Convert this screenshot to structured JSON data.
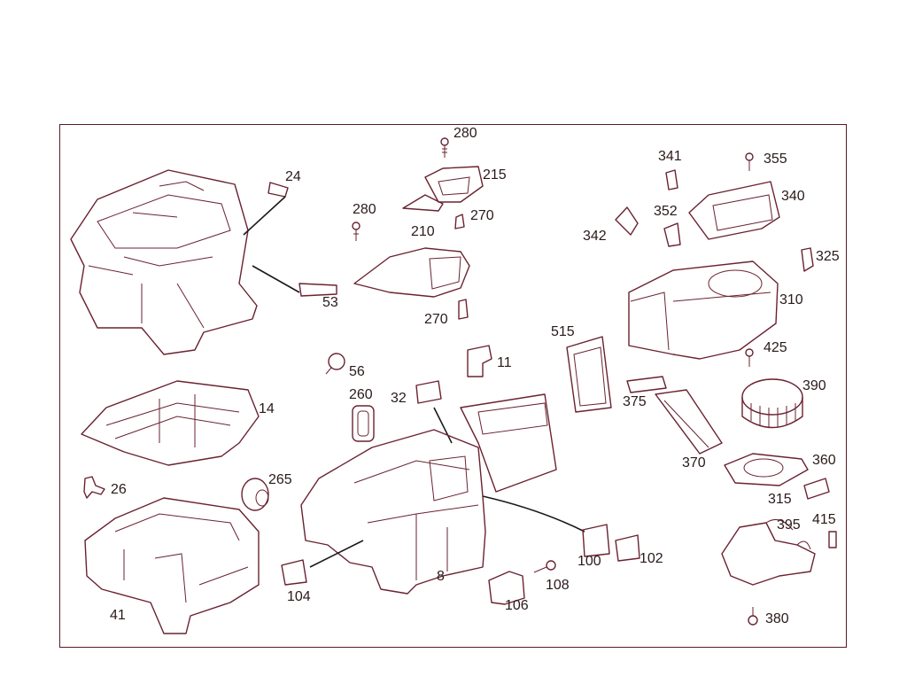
{
  "callouts": [
    {
      "id": "c24",
      "text": "24"
    },
    {
      "id": "c53",
      "text": "53"
    },
    {
      "id": "c280a",
      "text": "280"
    },
    {
      "id": "c215",
      "text": "215"
    },
    {
      "id": "c280b",
      "text": "280"
    },
    {
      "id": "c270a",
      "text": "270"
    },
    {
      "id": "c210",
      "text": "210"
    },
    {
      "id": "c270b",
      "text": "270"
    },
    {
      "id": "c341",
      "text": "341"
    },
    {
      "id": "c355",
      "text": "355"
    },
    {
      "id": "c340",
      "text": "340"
    },
    {
      "id": "c352",
      "text": "352"
    },
    {
      "id": "c342",
      "text": "342"
    },
    {
      "id": "c325",
      "text": "325"
    },
    {
      "id": "c310",
      "text": "310"
    },
    {
      "id": "c515",
      "text": "515"
    },
    {
      "id": "c425",
      "text": "425"
    },
    {
      "id": "c56",
      "text": "56"
    },
    {
      "id": "c11",
      "text": "11"
    },
    {
      "id": "c390",
      "text": "390"
    },
    {
      "id": "c260",
      "text": "260"
    },
    {
      "id": "c32",
      "text": "32"
    },
    {
      "id": "c375",
      "text": "375"
    },
    {
      "id": "c14",
      "text": "14"
    },
    {
      "id": "c370",
      "text": "370"
    },
    {
      "id": "c360",
      "text": "360"
    },
    {
      "id": "c26",
      "text": "26"
    },
    {
      "id": "c265",
      "text": "265"
    },
    {
      "id": "c315",
      "text": "315"
    },
    {
      "id": "c415",
      "text": "415"
    },
    {
      "id": "c395",
      "text": "395"
    },
    {
      "id": "c100",
      "text": "100"
    },
    {
      "id": "c102",
      "text": "102"
    },
    {
      "id": "c8",
      "text": "8"
    },
    {
      "id": "c108",
      "text": "108"
    },
    {
      "id": "c41",
      "text": "41"
    },
    {
      "id": "c104",
      "text": "104"
    },
    {
      "id": "c106",
      "text": "106"
    },
    {
      "id": "c380",
      "text": "380"
    }
  ],
  "colors": {
    "frame": "#5a1a24",
    "line": "#6a2230",
    "text": "#2a1a1a"
  }
}
